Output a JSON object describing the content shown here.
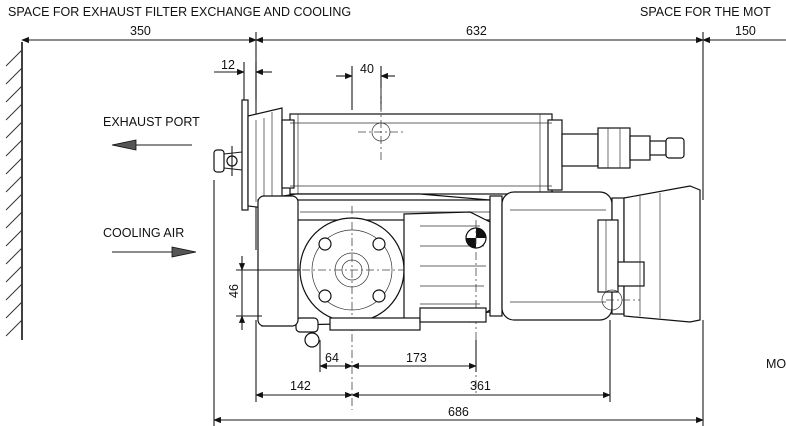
{
  "labels": {
    "top_left": "SPACE FOR EXHAUST FILTER EXCHANGE AND COOLING",
    "top_right": "SPACE FOR THE MOT",
    "exhaust_port": "EXHAUST PORT",
    "cooling_air": "COOLING AIR",
    "right_cut": "MO"
  },
  "dimensions": {
    "d350": "350",
    "d632": "632",
    "d150": "150",
    "d12": "12",
    "d40": "40",
    "d46": "46",
    "d64": "64",
    "d173": "173",
    "d142": "142",
    "d361": "361",
    "d686": "686"
  }
}
